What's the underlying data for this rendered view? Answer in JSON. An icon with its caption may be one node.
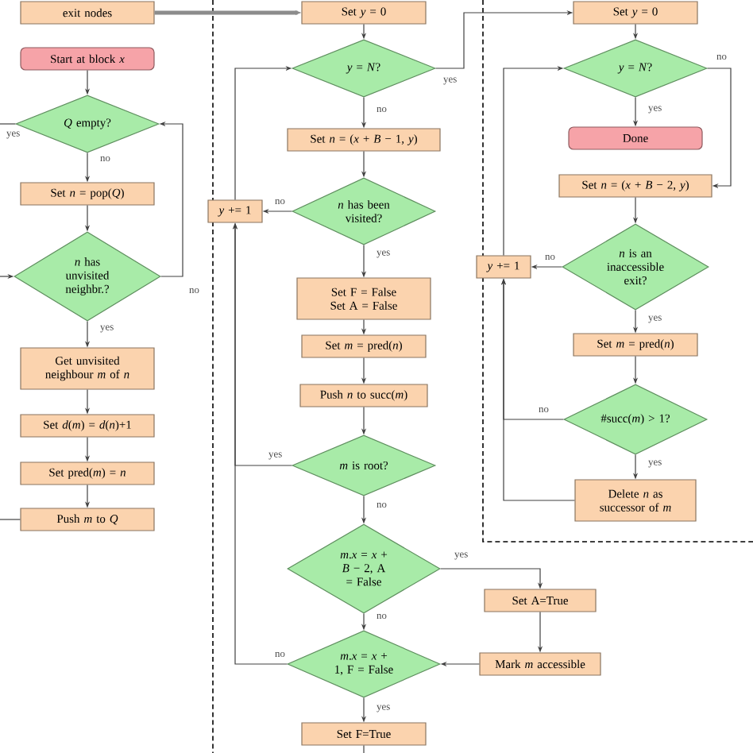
{
  "diagram": {
    "nodes": [
      {
        "text": [
          "exit nodes"
        ]
      },
      {
        "text": [
          "Start at block *x*"
        ]
      },
      {
        "text": [
          "*Q* empty?"
        ]
      },
      {
        "text": [
          "Set *n* = pop(*Q*)"
        ]
      },
      {
        "text": [
          "*n* has unvisited neighbr.?"
        ]
      },
      {
        "text": [
          "Get unvisited neighbour *m* of *n*"
        ]
      },
      {
        "text": [
          "Set *d*(*m*) = *d*(*n*)+1"
        ]
      },
      {
        "text": [
          "Set pred(*m*) = *n*"
        ]
      },
      {
        "text": [
          "Push *m* to *Q*"
        ]
      },
      {
        "text": [
          "Set *y* = 0"
        ]
      },
      {
        "text": [
          "*y* = *N*?"
        ]
      },
      {
        "text": [
          "Set *n* = (*x* + *B* − 1, *y*)"
        ]
      },
      {
        "text": [
          "*n* has been visited?"
        ]
      },
      {
        "text": [
          "*y* += 1"
        ]
      },
      {
        "text": [
          "Set F = False Set A = False"
        ]
      },
      {
        "text": [
          "Set *m* = pred(*n*)"
        ]
      },
      {
        "text": [
          "Push *n* to succ(*m*)"
        ]
      },
      {
        "text": [
          "*m* is root?"
        ]
      },
      {
        "text": [
          "*m*.*x* = *x* + *B* − 2, A = False"
        ]
      },
      {
        "text": [
          "*m*.*x* = *x* + 1, F = False"
        ]
      },
      {
        "text": [
          "Set F=True"
        ]
      },
      {
        "text": [
          "Set A=True"
        ]
      },
      {
        "text": [
          "Mark *m* accessible"
        ]
      },
      {
        "text": [
          "Set *y* = 0"
        ]
      },
      {
        "text": [
          "*y* = *N*?"
        ]
      },
      {
        "text": [
          "Done"
        ]
      },
      {
        "text": [
          "Set *n* = (*x* + *B* − 2, *y*)"
        ]
      },
      {
        "text": [
          "*n* is an inaccessible exit?"
        ]
      },
      {
        "text": [
          "*y* += 1"
        ]
      },
      {
        "text": [
          "Set *m* = pred(*n*)"
        ]
      },
      {
        "text": [
          "#succ(*m*) > 1?"
        ]
      },
      {
        "text": [
          "Delete *n* as successor of *m*"
        ]
      }
    ],
    "edges": [
      {
        "from": 0,
        "to": 9,
        "arrow": "to",
        "style": "thick",
        "color": "#8c8c8c"
      },
      {
        "from": 1,
        "to": 2,
        "arrow": "to"
      },
      {
        "from": 2,
        "to": 3,
        "arrow": "to",
        "label": "no"
      },
      {
        "from": 3,
        "to": 4,
        "arrow": "to"
      },
      {
        "from": 4,
        "to": 5,
        "arrow": "to",
        "label": "yes"
      },
      {
        "from": 5,
        "to": 6,
        "arrow": "to"
      },
      {
        "from": 6,
        "to": 7,
        "arrow": "to"
      },
      {
        "from": 7,
        "to": 8,
        "arrow": "to"
      },
      {
        "from": 4,
        "to": 2,
        "arrow": "to",
        "label": "no"
      },
      {
        "from": 2,
        "to": null,
        "arrow": "none",
        "label": "yes"
      },
      {
        "from": null,
        "to": 4,
        "arrow": "to"
      },
      {
        "from": 8,
        "to": null,
        "arrow": "none"
      },
      {
        "from": 9,
        "to": 10,
        "arrow": "to"
      },
      {
        "from": 10,
        "to": 11,
        "arrow": "to",
        "label": "no"
      },
      {
        "from": 11,
        "to": 12,
        "arrow": "to"
      },
      {
        "from": 12,
        "to": 13,
        "arrow": "to",
        "label": "no"
      },
      {
        "from": 12,
        "to": 14,
        "arrow": "to",
        "label": "yes"
      },
      {
        "from": 14,
        "to": 15,
        "arrow": "to"
      },
      {
        "from": 15,
        "to": 16,
        "arrow": "to"
      },
      {
        "from": 16,
        "to": 17,
        "arrow": "to"
      },
      {
        "from": 17,
        "to": 18,
        "arrow": "to",
        "label": "no"
      },
      {
        "from": 18,
        "to": 19,
        "arrow": "to",
        "label": "no"
      },
      {
        "from": 19,
        "to": 20,
        "arrow": "to",
        "label": "yes"
      },
      {
        "from": 18,
        "to": 21,
        "arrow": "to",
        "label": "yes"
      },
      {
        "from": 21,
        "to": 22,
        "arrow": "to"
      },
      {
        "from": 22,
        "to": 19,
        "arrow": "to"
      },
      {
        "from": 13,
        "to": 10,
        "arrow": "to"
      },
      {
        "from": 17,
        "to": 13,
        "arrow": "to",
        "label": "yes"
      },
      {
        "from": 19,
        "to": 13,
        "arrow": "to",
        "label": "no"
      },
      {
        "from": 20,
        "to": null,
        "arrow": "none"
      },
      {
        "from": 10,
        "to": 23,
        "arrow": "to",
        "label": "yes"
      },
      {
        "from": 23,
        "to": 24,
        "arrow": "to"
      },
      {
        "from": 24,
        "to": 25,
        "arrow": "to",
        "label": "yes"
      },
      {
        "from": 24,
        "to": 26,
        "arrow": "to",
        "label": "no"
      },
      {
        "from": 26,
        "to": 27,
        "arrow": "to"
      },
      {
        "from": 27,
        "to": 28,
        "arrow": "to",
        "label": "no"
      },
      {
        "from": 27,
        "to": 29,
        "arrow": "to",
        "label": "yes"
      },
      {
        "from": 29,
        "to": 30,
        "arrow": "to"
      },
      {
        "from": 30,
        "to": 31,
        "arrow": "to",
        "label": "yes"
      },
      {
        "from": 30,
        "to": 28,
        "arrow": "to",
        "label": "no"
      },
      {
        "from": 31,
        "to": 28,
        "arrow": "to"
      },
      {
        "from": 28,
        "to": 24,
        "arrow": "to"
      }
    ]
  }
}
